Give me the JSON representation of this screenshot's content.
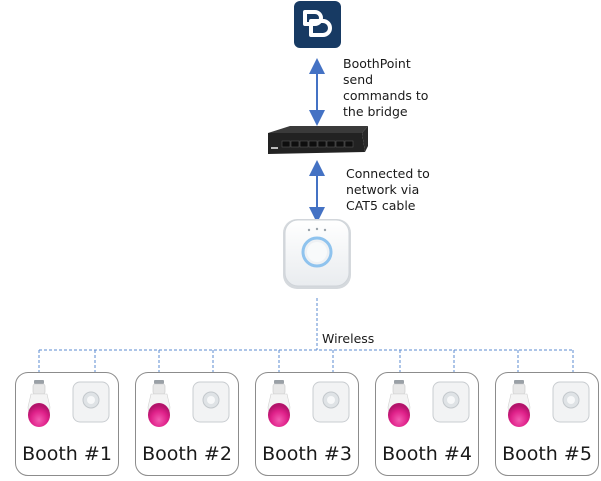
{
  "diagram": {
    "logo": {
      "name": "BoothPoint",
      "icon": "boothpoint-logo"
    },
    "switch": {
      "icon": "network-switch"
    },
    "bridge": {
      "icon": "hue-bridge"
    },
    "labels": {
      "send_commands": [
        "BoothPoint",
        "send",
        "commands to",
        "the bridge"
      ],
      "connected": [
        "Connected to",
        "network via",
        "CAT5 cable"
      ],
      "wireless": "Wireless"
    },
    "booths": [
      {
        "label": "Booth #1"
      },
      {
        "label": "Booth #2"
      },
      {
        "label": "Booth #3"
      },
      {
        "label": "Booth #4"
      },
      {
        "label": "Booth #5"
      }
    ],
    "booth_devices": [
      "light-bulb-icon",
      "motion-sensor-icon"
    ],
    "colors": {
      "arrow": "#4472c4",
      "dashed_line": "#5b8bd0",
      "logo_bg": "#173a63",
      "bulb_glow": "#e0218a",
      "booth_border": "#8c8c8c"
    }
  }
}
